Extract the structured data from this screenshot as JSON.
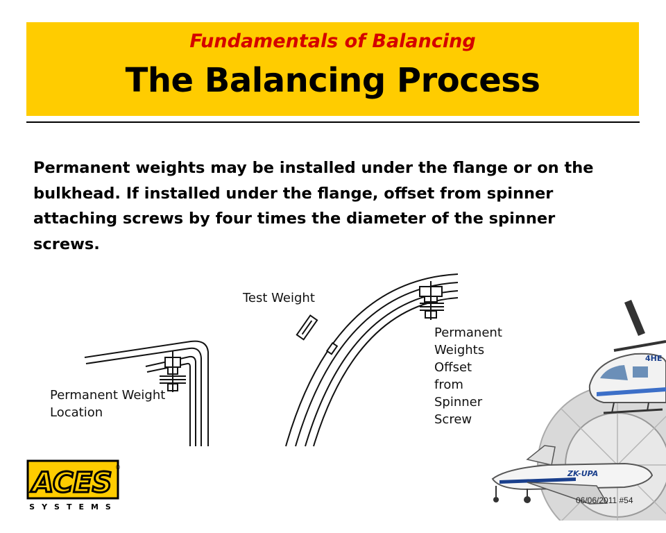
{
  "header": {
    "subtitle": "Fundamentals of Balancing",
    "title": "The Balancing Process",
    "background_color": "#ffcc00",
    "subtitle_color": "#d40000"
  },
  "body": {
    "lines": [
      "Permanent weights may be installed under the flange or on the",
      "bulkhead. If installed under the flange, offset from spinner",
      "attaching screws by four times the diameter of the spinner",
      "screws."
    ]
  },
  "diagram": {
    "label_permanent_weight_location": [
      "Permanent Weight",
      "Location"
    ],
    "label_test_weight": "Test Weight",
    "label_offset": [
      "Permanent Weights",
      "Offset from Spinner",
      "Screw"
    ]
  },
  "logo": {
    "name": "ACES",
    "tagline": "SYSTEMS"
  },
  "footer": {
    "slide_info": "06/06/2011 #54"
  },
  "aircraft": {
    "helicopter_registration": "4HE",
    "plane_registration": "ZK-UPA"
  }
}
